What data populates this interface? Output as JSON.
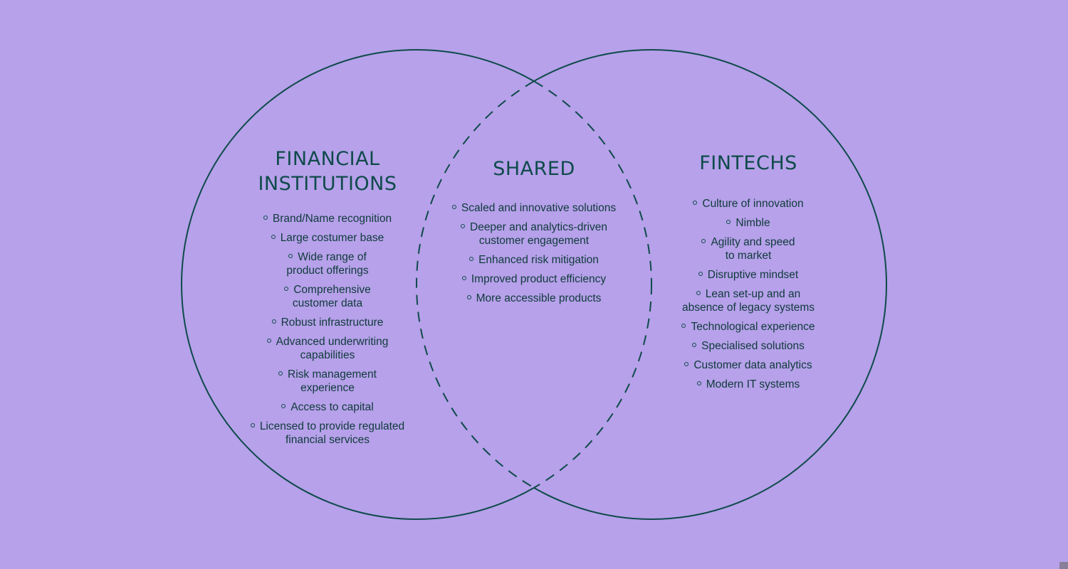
{
  "diagram": {
    "type": "venn",
    "colors": {
      "background": "#b6a1ea",
      "stroke": "#0f4a4a",
      "text": "#0f3a3a"
    },
    "sets": [
      {
        "id": "left",
        "title": "FINANCIAL INSTITUTIONS",
        "title_lines": [
          "FINANCIAL",
          "INSTITUTIONS"
        ],
        "items": [
          [
            "Brand/Name recognition"
          ],
          [
            "Large costumer base"
          ],
          [
            "Wide range of",
            "product offerings"
          ],
          [
            "Comprehensive",
            "customer data"
          ],
          [
            "Robust infrastructure"
          ],
          [
            "Advanced underwriting",
            "capabilities"
          ],
          [
            "Risk management",
            "experience"
          ],
          [
            "Access to capital"
          ],
          [
            "Licensed to provide regulated",
            "financial services"
          ]
        ]
      },
      {
        "id": "middle",
        "title": "SHARED",
        "title_lines": [
          "SHARED"
        ],
        "items": [
          [
            "Scaled and innovative solutions"
          ],
          [
            "Deeper and analytics-driven",
            "customer engagement"
          ],
          [
            "Enhanced risk mitigation"
          ],
          [
            "Improved product efficiency"
          ],
          [
            "More accessible products"
          ]
        ]
      },
      {
        "id": "right",
        "title": "FINTECHS",
        "title_lines": [
          "FINTECHS"
        ],
        "items": [
          [
            "Culture of innovation"
          ],
          [
            "Nimble"
          ],
          [
            "Agility and speed",
            "to market"
          ],
          [
            "Disruptive mindset"
          ],
          [
            "Lean set-up and an",
            "absence of legacy systems"
          ],
          [
            "Technological experience"
          ],
          [
            "Specialised solutions"
          ],
          [
            "Customer data analytics"
          ],
          [
            "Modern IT systems"
          ]
        ]
      }
    ]
  }
}
